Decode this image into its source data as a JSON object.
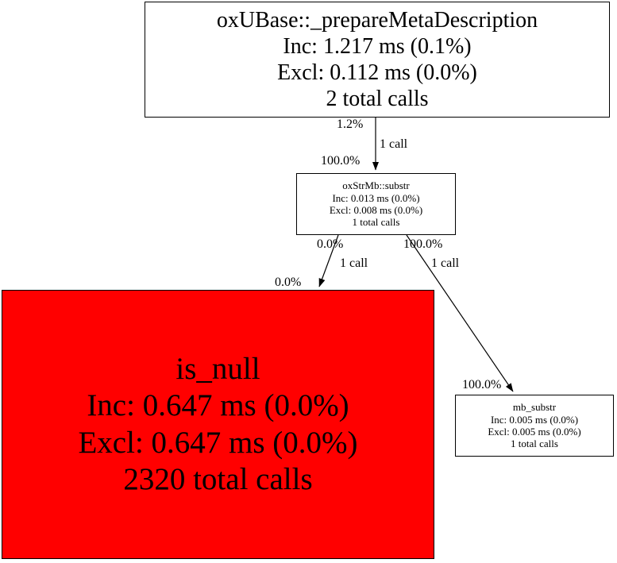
{
  "graph": {
    "type": "call-graph",
    "background": "#ffffff",
    "highlight_color": "#ff0000",
    "nodes": [
      {
        "id": "root",
        "name": "oxUBase::_prepareMetaDescription",
        "inclusive": "Inc: 1.217 ms (0.1%)",
        "exclusive": "Excl: 0.112 ms (0.0%)",
        "calls": "2 total calls",
        "fill": "#ffffff"
      },
      {
        "id": "mid",
        "name": "oxStrMb::substr",
        "inclusive": "Inc: 0.013 ms (0.0%)",
        "exclusive": "Excl: 0.008 ms (0.0%)",
        "calls": "1 total calls",
        "fill": "#ffffff"
      },
      {
        "id": "isnull",
        "name": "is_null",
        "inclusive": "Inc: 0.647 ms (0.0%)",
        "exclusive": "Excl: 0.647 ms (0.0%)",
        "calls": "2320 total calls",
        "fill": "#ff0000"
      },
      {
        "id": "mbsubstr",
        "name": "mb_substr",
        "inclusive": "Inc: 0.005 ms (0.0%)",
        "exclusive": "Excl: 0.005 ms (0.0%)",
        "calls": "1 total calls",
        "fill": "#ffffff"
      }
    ],
    "edges": [
      {
        "id": "root-to-mid",
        "from": "root",
        "to": "mid",
        "source_percent": "1.2%",
        "target_percent": "100.0%",
        "calls": "1 call"
      },
      {
        "id": "mid-to-isnull",
        "from": "mid",
        "to": "isnull",
        "source_percent": "0.0%",
        "target_percent": "0.0%",
        "calls": "1 call"
      },
      {
        "id": "mid-to-mbsubstr",
        "from": "mid",
        "to": "mbsubstr",
        "source_percent": "100.0%",
        "target_percent": "100.0%",
        "calls": "1 call"
      }
    ]
  }
}
